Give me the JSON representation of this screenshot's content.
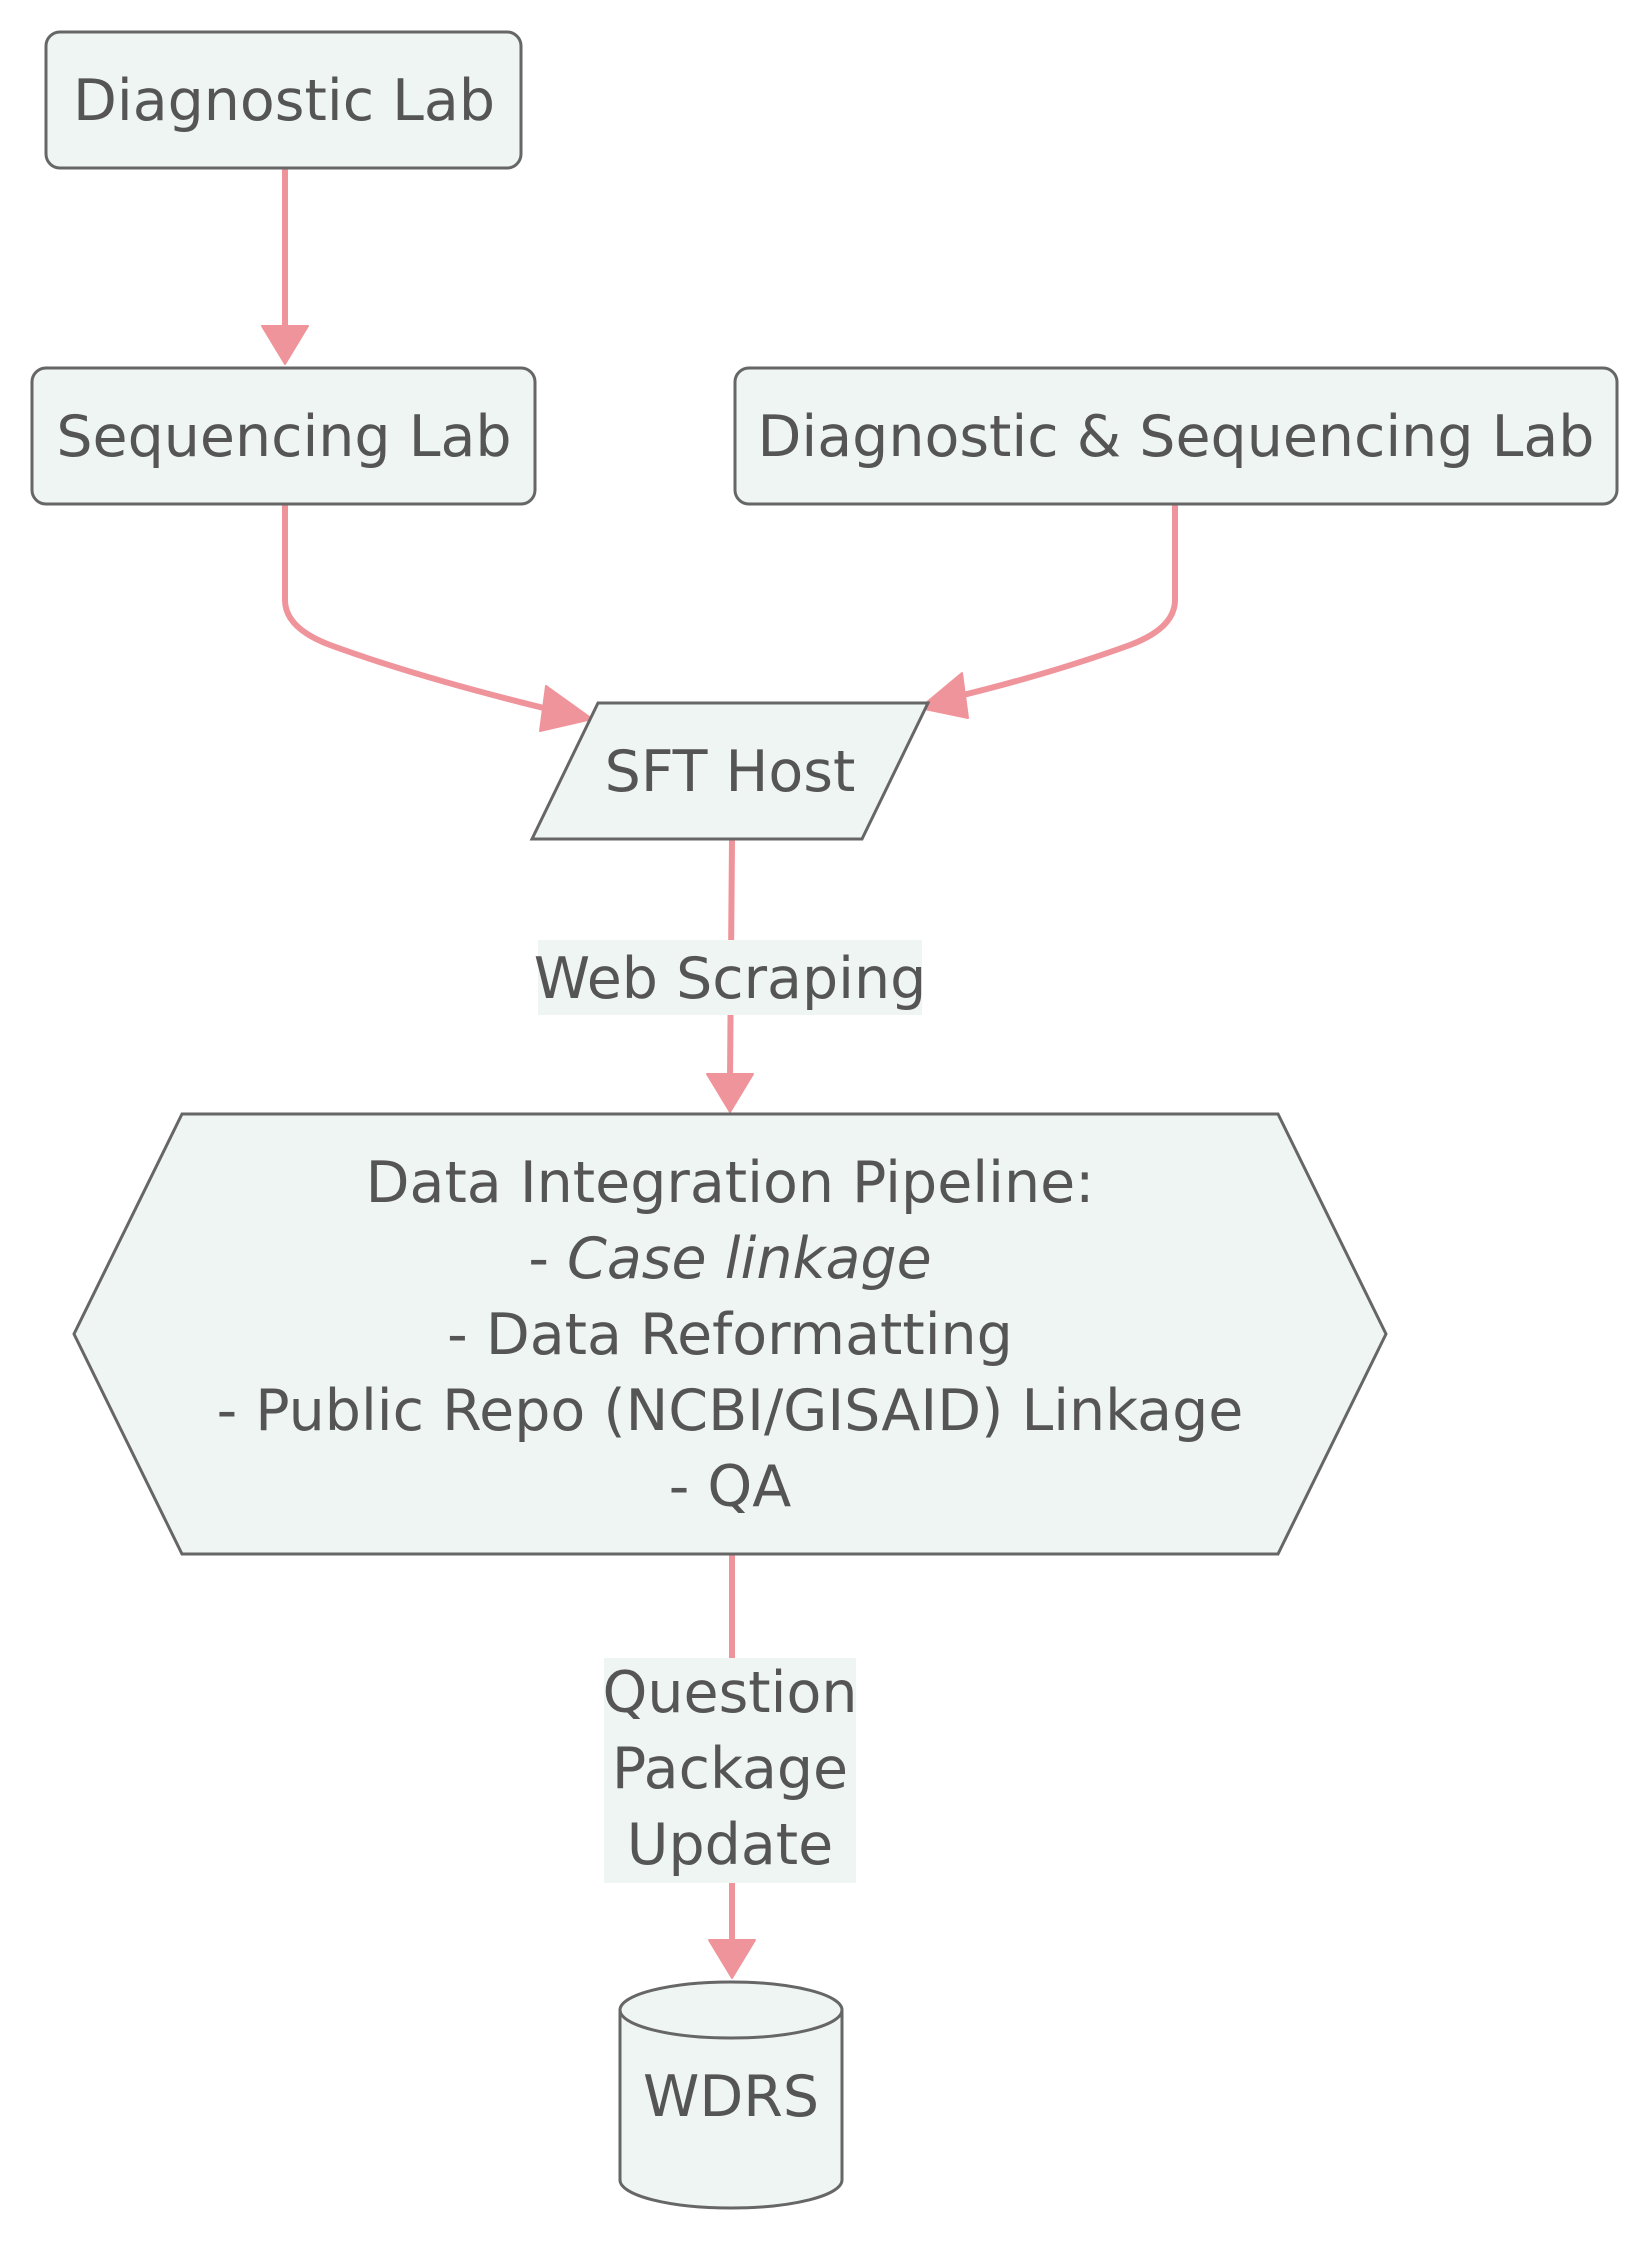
{
  "nodes": {
    "diagnostic_lab": "Diagnostic Lab",
    "sequencing_lab": "Sequencing Lab",
    "diag_seq_lab": "Diagnostic & Sequencing Lab",
    "sft_host": "SFT Host",
    "pipeline": {
      "title": "Data Integration Pipeline:",
      "lines": [
        "- Case linkage",
        "- Data Reformatting",
        "- Public Repo (NCBI/GISAID) Linkage",
        "- QA"
      ]
    },
    "wdrs": "WDRS"
  },
  "edges": {
    "web_scraping": "Web Scraping",
    "question_package_update": [
      "Question",
      "Package",
      "Update"
    ]
  },
  "colors": {
    "node_fill": "#eff5f3",
    "node_stroke": "#666666",
    "edge": "#f0949b",
    "text": "#555555"
  }
}
